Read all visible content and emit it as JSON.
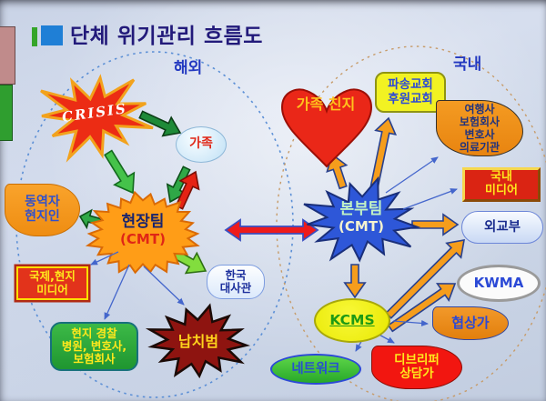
{
  "slide": {
    "title": "단체 위기관리 흐름도",
    "section_overseas": "해외",
    "section_domestic": "국내"
  },
  "nodes": {
    "crisis": {
      "label": "CRISIS"
    },
    "family": {
      "label": "가족"
    },
    "coworker": {
      "line1": "동역자",
      "line2": "현지인"
    },
    "field_team": {
      "line1": "현장팀",
      "line2": "(CMT)"
    },
    "intl_media": {
      "line1": "국제,현지",
      "line2": "미디어"
    },
    "local_police": {
      "line1": "현지 경찰",
      "line2": "병원, 변호사,",
      "line3": "보험회사"
    },
    "embassy": {
      "line1": "한국",
      "line2": "대사관"
    },
    "kidnapper": {
      "label": "납치범"
    },
    "family_relatives": {
      "line1": "가족",
      "line2": "친지"
    },
    "churches": {
      "line1": "파송교회",
      "line2": "후원교회"
    },
    "support_orgs": {
      "line1": "여행사",
      "line2": "보험회사",
      "line3": "변호사",
      "line4": "의료기관"
    },
    "domestic_media": {
      "line1": "국내",
      "line2": "미디어"
    },
    "hq_team": {
      "line1": "본부팀",
      "line2": "(CMT)"
    },
    "mofa": {
      "label": "외교부"
    },
    "kwma": {
      "label": "KWMA"
    },
    "kcms": {
      "label": "KCMS"
    },
    "negotiator": {
      "label": "협상가"
    },
    "debriefer": {
      "line1": "디브리퍼",
      "line2": "상담가"
    },
    "network": {
      "label": "네트워크"
    }
  },
  "colors": {
    "title_navy": "#221a7a",
    "section_blue": "#2238c0",
    "crisis_red": "#ec2c14",
    "star_orange": "#ff9d17",
    "hq_blue": "#2e57d8",
    "kidnapper_maroon": "#8e1410",
    "arrow_orange": "#f59d1c",
    "arrow_green": "#2fa847",
    "arrow_red": "#e52314",
    "thin_arrow_blue": "#4466cc",
    "media_red": "#da2413",
    "police_green": "#2fa83c",
    "kcms_yellow": "#eeee10",
    "network_green": "#3cc236"
  }
}
